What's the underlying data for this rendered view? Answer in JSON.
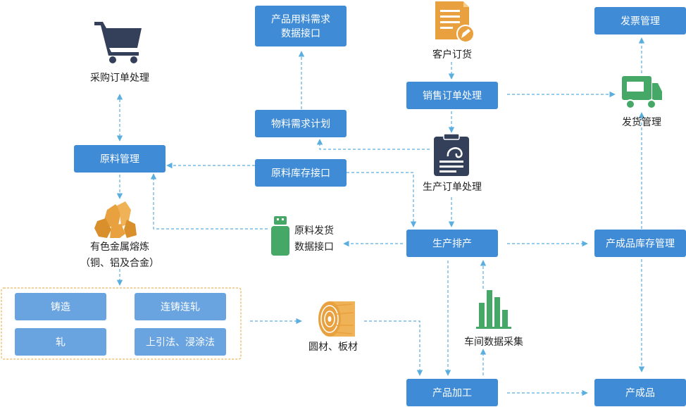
{
  "colors": {
    "box": "#3f8bd6",
    "box_light": "#6aa4e0",
    "edge": "#5aaee0",
    "orange": "#e9a13f",
    "navy": "#34405a",
    "green": "#46a866"
  },
  "icons": {
    "cart": "shopping-cart-icon",
    "order": "document-edit-icon",
    "prod_order": "clipboard-icon",
    "truck": "delivery-truck-icon",
    "crystal": "metal-crystal-icon",
    "usb": "usb-drive-icon",
    "bars": "bar-chart-icon",
    "log": "wood-log-icon"
  },
  "nodes": {
    "material_demand_api": [
      "产品用料需求",
      "数据接口"
    ],
    "invoice": [
      "发票管理"
    ],
    "sales_order": [
      "销售订单处理"
    ],
    "material_plan": [
      "物料需求计划"
    ],
    "raw_material_mgmt": [
      "原料管理"
    ],
    "raw_stock_api": [
      "原料库存接口"
    ],
    "scheduling": [
      "生产排产"
    ],
    "finished_stock": [
      "产成品库存管理"
    ],
    "casting": [
      "铸造"
    ],
    "cont_casting": [
      "连铸连轧"
    ],
    "rolling": [
      "轧"
    ],
    "upcast": [
      "上引法、浸涂法"
    ],
    "processing": [
      "产品加工"
    ],
    "finished": [
      "产成品"
    ]
  },
  "labels": {
    "customer_order": "客户订货",
    "purchase": "采购订单处理",
    "delivery": "发货管理",
    "production_order": "生产订单处理",
    "metal_smelting": "有色金属熔炼",
    "metal_smelting_sub": "（铜、铝及合金）",
    "raw_ship_api": [
      "原料发货",
      "数据接口"
    ],
    "workshop_data": "车间数据采集",
    "round_plate": "圆材、板材"
  }
}
